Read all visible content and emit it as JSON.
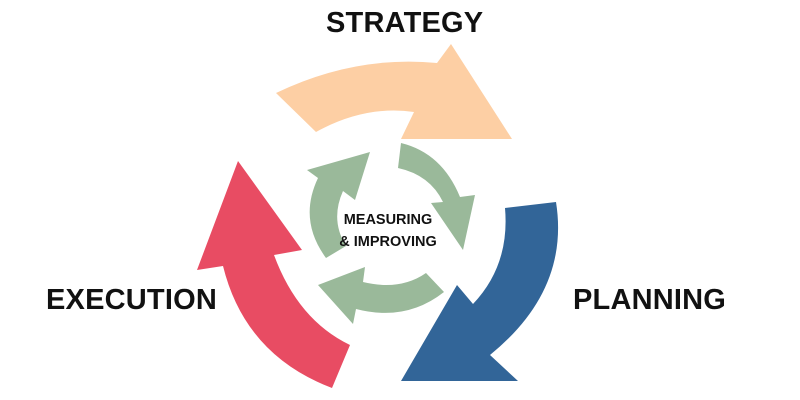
{
  "title": "",
  "stages": {
    "strategy": {
      "label": "STRATEGY",
      "color": "#FDCFA4"
    },
    "planning": {
      "label": "PLANNING",
      "color": "#326598"
    },
    "execution": {
      "label": "EXECUTION",
      "color": "#E84C63"
    }
  },
  "center": {
    "line1": "MEASURING",
    "line2": "& IMPROVING",
    "color": "#9AB99A"
  }
}
